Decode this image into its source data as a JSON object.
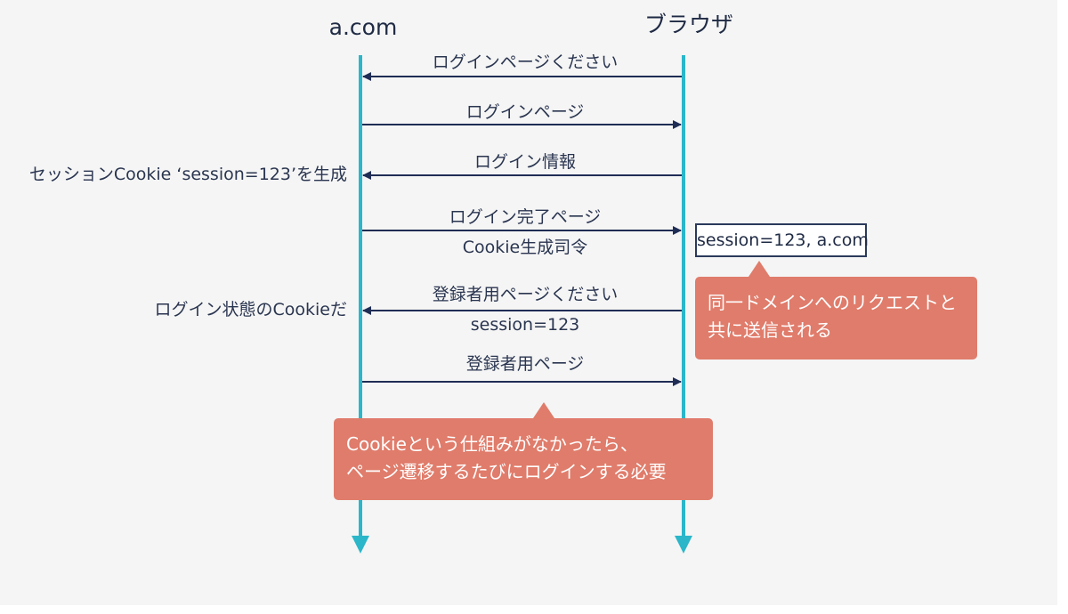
{
  "participants": {
    "left": "a.com",
    "right": "ブラウザ"
  },
  "messages": [
    {
      "label": "ログインページください",
      "direction": "to-left"
    },
    {
      "label": "ログインページ",
      "direction": "to-right"
    },
    {
      "label": "ログイン情報",
      "direction": "to-left"
    },
    {
      "label": "ログイン完了ページ",
      "sublabel": "Cookie生成司令",
      "direction": "to-right"
    },
    {
      "label": "登録者用ページください",
      "sublabel": "session=123",
      "direction": "to-left"
    },
    {
      "label": "登録者用ページ",
      "direction": "to-right"
    }
  ],
  "side_notes": {
    "create_cookie": "セッションCookie ‘session=123’を生成",
    "logged_in_cookie": "ログイン状態のCookieだ"
  },
  "cookie_store": "session=123, a.com",
  "callouts": {
    "same_domain": [
      "同一ドメインへのリクエストと",
      "共に送信される"
    ],
    "without_cookie": [
      "Cookieという仕組みがなかったら、",
      "ページ遷移するたびにログインする必要"
    ]
  },
  "colors": {
    "lifeline": "#2bb6c9",
    "message_arrow": "#1f2d55",
    "callout": "#e07c6b",
    "background": "#f5f5f5",
    "text": "#2a3550"
  }
}
